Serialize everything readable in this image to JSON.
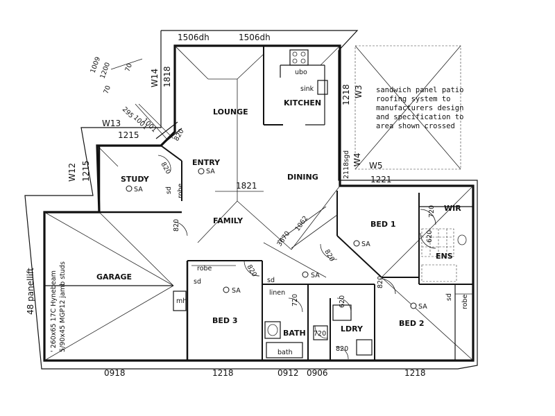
{
  "rooms": {
    "lounge": "LOUNGE",
    "kitchen": "KITCHEN",
    "entry": "ENTRY",
    "study": "STUDY",
    "dining": "DINING",
    "family": "FAMILY",
    "garage": "GARAGE",
    "bed1": "BED 1",
    "bed2": "BED 2",
    "bed3": "BED 3",
    "wir": "WIR",
    "ens": "ENS",
    "bath": "BATH",
    "ldry": "LDRY"
  },
  "fixtures": {
    "sa": "SA",
    "ubo": "ubo",
    "sink": "sink",
    "robe": "robe",
    "sd": "sd",
    "linen": "linen",
    "bath": "bath",
    "mh": "mh"
  },
  "windows": {
    "w1506_left": "1506dh",
    "w1506_right": "1506dh",
    "w14": "W14",
    "w1818": "1818",
    "w1218_kitchen": "1218",
    "w3": "W3",
    "w13": "W13",
    "w1215_top": "1215",
    "w12": "W12",
    "w1215_side": "1215",
    "w2118": "2118sgd",
    "w4": "W4",
    "w5": "W5",
    "w1221": "1221",
    "b0918": "0918",
    "b1218_mid": "1218",
    "b0912": "0912",
    "b0906": "0906",
    "b1218_right": "1218"
  },
  "dimensions": {
    "d1821": "1821",
    "d1009": "1009",
    "d1200": "1200",
    "d70a": "70",
    "d70b": "70",
    "d295": "295",
    "d1001": "1001",
    "d1001b": "1001",
    "d3670": "3670",
    "d1062": "1062"
  },
  "doors": {
    "d820": "820",
    "d620": "620",
    "d720": "720"
  },
  "notes": {
    "patio": [
      "sandwich panel patio",
      "roofing system to",
      "manufacturers design",
      "and specification to",
      "area shown crossed"
    ],
    "panellift": "48 panellift",
    "beam_line1": "' 260x65 17C Hynebeam",
    "beam_line2": "5/90x45 MGP12 jamb studs"
  }
}
